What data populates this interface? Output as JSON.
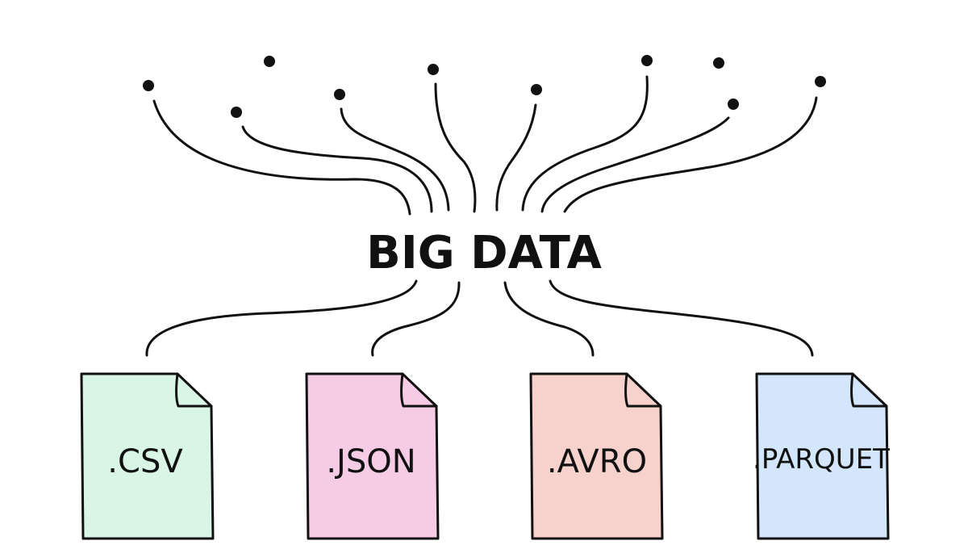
{
  "hub": {
    "label": "BIG DATA"
  },
  "files": [
    {
      "label": ".CSV",
      "color": "#d9f5e6"
    },
    {
      "label": ".JSON",
      "color": "#f6cbe6"
    },
    {
      "label": ".AVRO",
      "color": "#f7d1cc"
    },
    {
      "label": ".PARQUET",
      "color": "#d3e6fb"
    }
  ],
  "colors": {
    "ink": "#111111",
    "background": "#ffffff"
  }
}
